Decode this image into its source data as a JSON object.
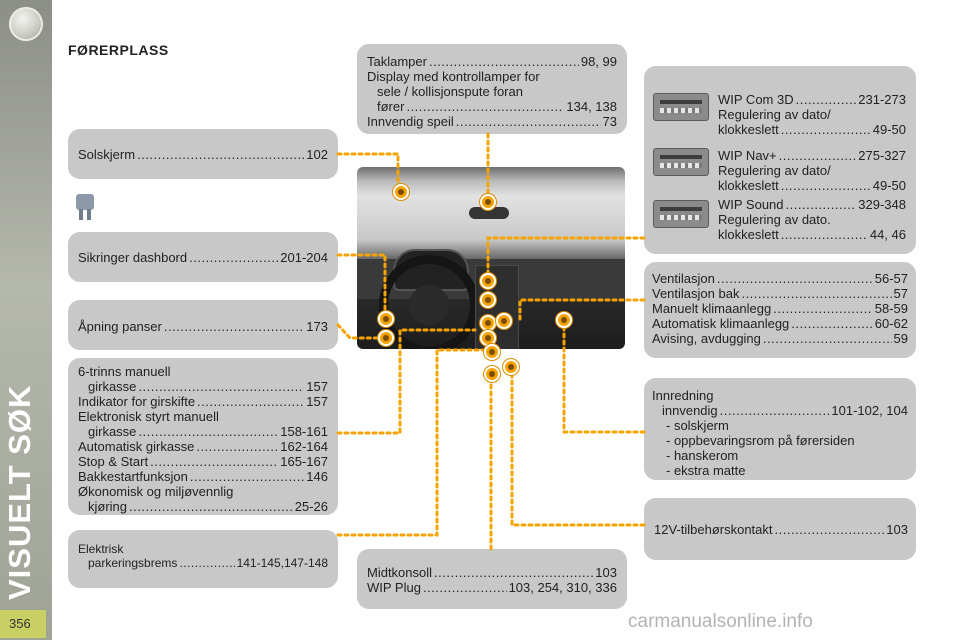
{
  "sidebar": {
    "title": "VISUELT SØK",
    "page_number": "356"
  },
  "heading": "FØRERPLASS",
  "boxes": {
    "solskjerm": {
      "label": "Solskjerm",
      "page": "102"
    },
    "sikringer": {
      "label": "Sikringer dashbord",
      "page": "201-204"
    },
    "apning": {
      "label": "Åpning panser",
      "page": "173"
    },
    "girkasse": {
      "l1": "6-trinns manuell",
      "l2_label": "girkasse",
      "l2_page": "157",
      "l3_label": "Indikator for girskifte",
      "l3_page": "157",
      "l4": "Elektronisk styrt manuell",
      "l5_label": "girkasse",
      "l5_page": "158-161",
      "l6_label": "Automatisk girkasse",
      "l6_page": "162-164",
      "l7_label": "Stop & Start",
      "l7_page": "165-167",
      "l8_label": "Bakkestartfunksjon",
      "l8_page": "146",
      "l9": "Økonomisk og miljøvennlig",
      "l10_label": "kjøring",
      "l10_page": "25-26"
    },
    "parkering": {
      "l1": "Elektrisk",
      "l2_label": "parkeringsbrems",
      "l2_page": "141-145,147-148"
    },
    "taklamper": {
      "l1_label": "Taklamper",
      "l1_page": "98, 99",
      "l2": "Display med kontrollamper for",
      "l3": "sele / kollisjonspute foran",
      "l4_label": "fører",
      "l4_page": "134, 138",
      "l5_label": "Innvendig speil",
      "l5_page": "73"
    },
    "midtkonsoll": {
      "l1_label": "Midtkonsoll",
      "l1_page": "103",
      "l2_label": "WIP Plug",
      "l2_page": "103, 254, 310, 336"
    },
    "wip": {
      "com_label": "WIP Com 3D",
      "com_page": "231-273",
      "com_s1": "Regulering av dato/",
      "com_s2_label": "klokkeslett",
      "com_s2_page": "49-50",
      "nav_label": "WIP Nav+",
      "nav_page": "275-327",
      "nav_s1": "Regulering av dato/",
      "nav_s2_label": "klokkeslett",
      "nav_s2_page": "49-50",
      "sound_label": "WIP Sound",
      "sound_page": "329-348",
      "sound_s1": "Regulering av dato.",
      "sound_s2_label": "klokkeslett",
      "sound_s2_page": "44, 46"
    },
    "ventilasjon": {
      "l1_label": "Ventilasjon",
      "l1_page": "56-57",
      "l2_label": "Ventilasjon bak",
      "l2_page": "57",
      "l3_label": "Manuelt klimaanlegg",
      "l3_page": "58-59",
      "l4_label": "Automatisk klimaanlegg",
      "l4_page": "60-62",
      "l5_label": "Avising, avdugging",
      "l5_page": "59"
    },
    "innredning": {
      "l1": "Innredning",
      "l2_label": "innvendig",
      "l2_page": "101-102, 104",
      "items": [
        "- solskjerm",
        "- oppbevaringsrom på førersiden",
        "- hanskerom",
        "- ekstra matte"
      ]
    },
    "tilbehor": {
      "label": "12V-tilbehørskontakt",
      "page": "103"
    }
  },
  "watermark": "carmanualsonline.info",
  "colors": {
    "box_bg": "#c8c8c8",
    "marker": "#f5a300",
    "leader": "#f5a300",
    "badge": "#c8cf63"
  }
}
